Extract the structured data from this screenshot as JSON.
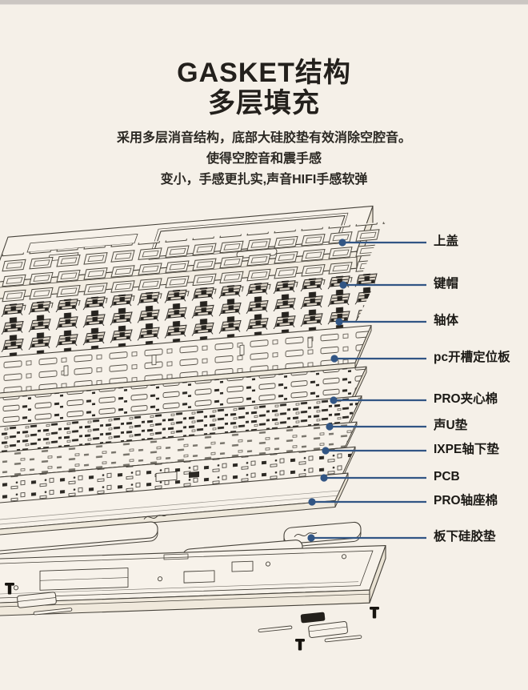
{
  "page": {
    "background": "#f5f0e8",
    "ink": "#45413a",
    "accent_blue": "#315584"
  },
  "header": {
    "title_line1": "GASKET结构",
    "title_line2": "多层填充",
    "desc_line1": "采用多层消音结构，底部大硅胶垫有效消除空腔音。",
    "desc_line2": "使得空腔音和震手感",
    "desc_line3": "变小，手感更扎实,声音HIFI手感软弹"
  },
  "diagram": {
    "type": "exploded-keyboard-structure",
    "layers": [
      {
        "label": "上盖"
      },
      {
        "label": "键帽"
      },
      {
        "label": "轴体"
      },
      {
        "label": "pc开槽定位板"
      },
      {
        "label": "PRO夹心棉"
      },
      {
        "label": "声U垫"
      },
      {
        "label": "IXPE轴下垫"
      },
      {
        "label": "PCB"
      },
      {
        "label": "PRO轴座棉"
      },
      {
        "label": "板下硅胶垫"
      }
    ]
  }
}
